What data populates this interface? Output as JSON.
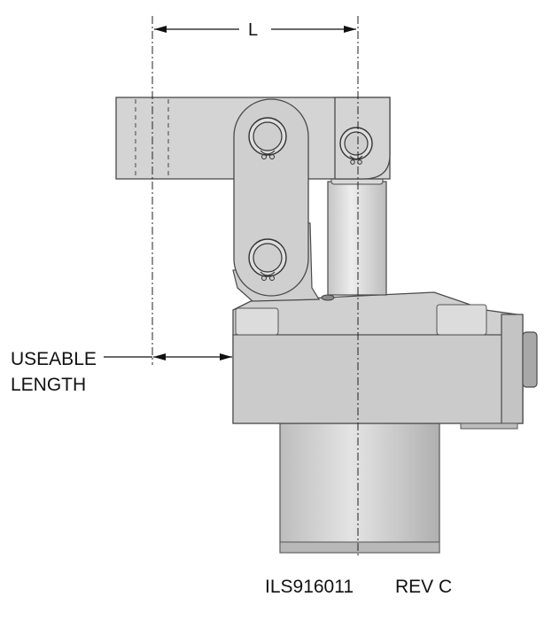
{
  "dimension_l": "L",
  "useable_label": "USEABLE",
  "length_label": "LENGTH",
  "drawing_number": "ILS916011",
  "revision": "REV C",
  "colors": {
    "part_fill": "#cfcfcf",
    "part_light": "#e2e2e2",
    "part_dark": "#a9a9a9",
    "outline": "#4a4a4a",
    "dimension_line": "#111111"
  }
}
